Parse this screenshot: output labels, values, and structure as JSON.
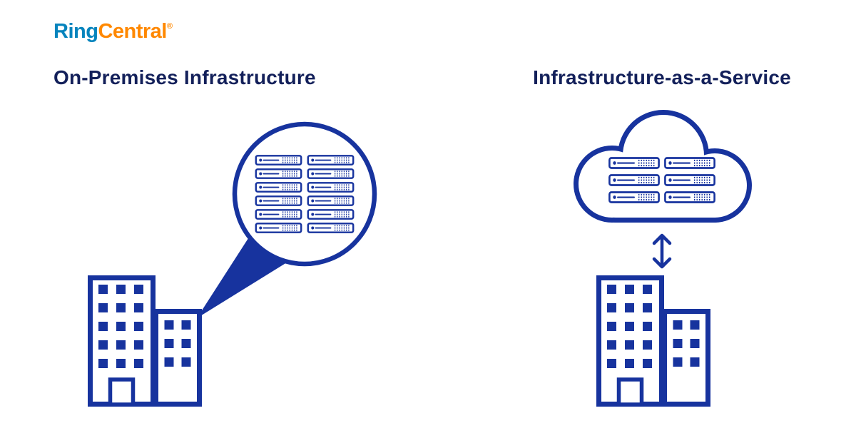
{
  "brand": {
    "logo": {
      "part1": "Ring",
      "part2": "Central",
      "registered_mark": "®"
    }
  },
  "sections": {
    "left": {
      "title": "On-Premises Infrastructure"
    },
    "right": {
      "title": "Infrastructure-as-a-Service"
    }
  },
  "icons": {
    "left": [
      "building-icon",
      "magnifier-callout-icon",
      "server-rack-icon"
    ],
    "right": [
      "cloud-icon",
      "server-rack-icon",
      "double-arrow-icon",
      "building-icon"
    ]
  },
  "colors": {
    "navy": "#17339e",
    "heading": "#13205a",
    "logo-blue": "#0684bd",
    "logo-orange": "#ff8800",
    "bg": "#ffffff"
  }
}
